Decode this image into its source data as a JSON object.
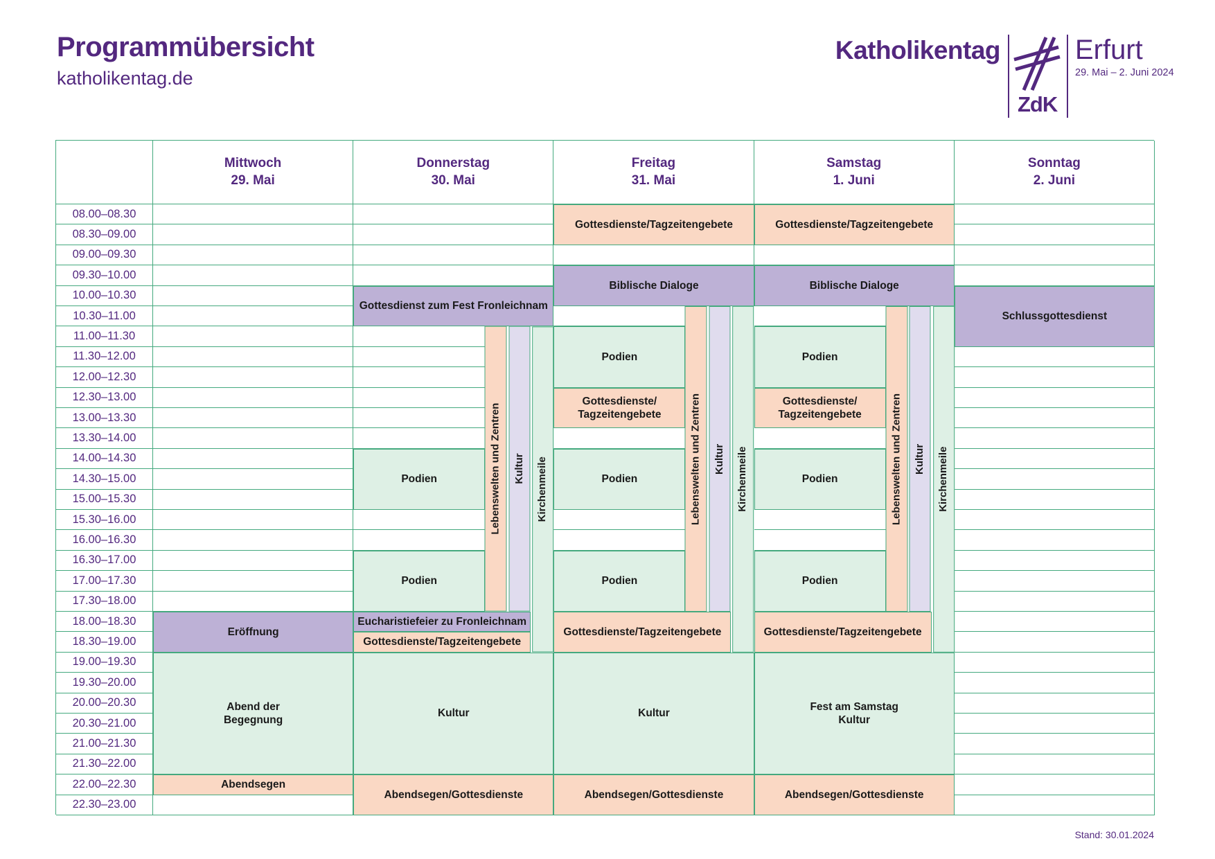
{
  "header": {
    "title": "Programmübersicht",
    "subtitle": "katholikentag.de"
  },
  "logo": {
    "brand": "Katholikentag",
    "city": "Erfurt",
    "dates": "29. Mai – 2. Juni 2024",
    "org": "ZdK"
  },
  "footer": {
    "stand": "Stand: 30.01.2024"
  },
  "colors": {
    "purple_text": "#53287f",
    "block_purple": "#bdb1d6",
    "light_purple": "#e0dcee",
    "pink": "#fad8c4",
    "green": "#def0e5",
    "grid_green": "#44a97e"
  },
  "schedule": {
    "days": [
      {
        "name": "Mittwoch",
        "date": "29. Mai"
      },
      {
        "name": "Donnerstag",
        "date": "30. Mai"
      },
      {
        "name": "Freitag",
        "date": "31. Mai"
      },
      {
        "name": "Samstag",
        "date": "1. Juni"
      },
      {
        "name": "Sonntag",
        "date": "2. Juni"
      }
    ],
    "times": [
      "08.00–08.30",
      "08.30–09.00",
      "09.00–09.30",
      "09.30–10.00",
      "10.00–10.30",
      "10.30–11.00",
      "11.00–11.30",
      "11.30–12.00",
      "12.00–12.30",
      "12.30–13.00",
      "13.00–13.30",
      "13.30–14.00",
      "14.00–14.30",
      "14.30–15.00",
      "15.00–15.30",
      "15.30–16.00",
      "16.00–16.30",
      "16.30–17.00",
      "17.00–17.30",
      "17.30–18.00",
      "18.00–18.30",
      "18.30–19.00",
      "19.00–19.30",
      "19.30–20.00",
      "20.00–20.30",
      "20.30–21.00",
      "21.00–21.30",
      "21.30–22.00",
      "22.00–22.30",
      "22.30–23.00"
    ],
    "blocks": [
      {
        "day": 0,
        "start": "18.00",
        "end": "19.00",
        "track": "full",
        "color": "purple",
        "label": "Eröffnung"
      },
      {
        "day": 0,
        "start": "19.00",
        "end": "22.00",
        "track": "full",
        "color": "green",
        "label": "Abend der\nBegegnung"
      },
      {
        "day": 0,
        "start": "22.00",
        "end": "22.30",
        "track": "full",
        "color": "pink",
        "label": "Abendsegen"
      },
      {
        "day": 1,
        "start": "10.00",
        "end": "11.00",
        "track": "full",
        "color": "purple",
        "label": "Gottesdienst zum Fest Fronleichnam"
      },
      {
        "day": 1,
        "start": "11.00",
        "end": "19.00",
        "track": "zone",
        "color": "white",
        "label": ""
      },
      {
        "day": 1,
        "start": "14.00",
        "end": "15.30",
        "track": "main",
        "color": "green",
        "label": "Podien"
      },
      {
        "day": 1,
        "start": "16.30",
        "end": "18.00",
        "track": "main",
        "color": "green",
        "label": "Podien"
      },
      {
        "day": 1,
        "start": "11.00",
        "end": "18.00",
        "track": "lebenswelten",
        "color": "pink",
        "label": "Lebenswelten und Zentren",
        "vertical": true
      },
      {
        "day": 1,
        "start": "11.00",
        "end": "18.00",
        "track": "kultur",
        "color": "lightpurple",
        "label": "Kultur",
        "vertical": true
      },
      {
        "day": 1,
        "start": "11.00",
        "end": "19.00",
        "track": "kirchenmeile",
        "color": "green",
        "label": "Kirchenmeile",
        "vertical": true
      },
      {
        "day": 1,
        "start": "18.00",
        "end": "18.30",
        "track": "wide",
        "color": "purple",
        "label": "Eucharistiefeier zu Fronleichnam"
      },
      {
        "day": 1,
        "start": "18.30",
        "end": "19.00",
        "track": "wide",
        "color": "pink",
        "label": "Gottesdienste/Tagzeitengebete"
      },
      {
        "day": 1,
        "start": "19.00",
        "end": "22.00",
        "track": "full",
        "color": "green",
        "label": "Kultur"
      },
      {
        "day": 1,
        "start": "22.00",
        "end": "23.00",
        "track": "full",
        "color": "pink",
        "label": "Abendsegen/Gottesdienste"
      },
      {
        "day": 2,
        "start": "08.00",
        "end": "09.00",
        "track": "full",
        "color": "pink",
        "label": "Gottesdienste/Tagzeitengebete"
      },
      {
        "day": 2,
        "start": "09.30",
        "end": "10.30",
        "track": "full",
        "color": "purple",
        "label": "Biblische Dialoge"
      },
      {
        "day": 2,
        "start": "10.30",
        "end": "19.00",
        "track": "zone",
        "color": "white",
        "label": ""
      },
      {
        "day": 2,
        "start": "11.00",
        "end": "12.30",
        "track": "main",
        "color": "green",
        "label": "Podien"
      },
      {
        "day": 2,
        "start": "12.30",
        "end": "13.30",
        "track": "main",
        "color": "pink",
        "label": "Gottesdienste/\nTagzeitengebete"
      },
      {
        "day": 2,
        "start": "14.00",
        "end": "15.30",
        "track": "main",
        "color": "green",
        "label": "Podien"
      },
      {
        "day": 2,
        "start": "16.30",
        "end": "18.00",
        "track": "main",
        "color": "green",
        "label": "Podien"
      },
      {
        "day": 2,
        "start": "10.30",
        "end": "18.00",
        "track": "lebenswelten",
        "color": "pink",
        "label": "Lebenswelten und Zentren",
        "vertical": true
      },
      {
        "day": 2,
        "start": "10.30",
        "end": "18.00",
        "track": "kultur",
        "color": "lightpurple",
        "label": "Kultur",
        "vertical": true
      },
      {
        "day": 2,
        "start": "10.30",
        "end": "19.00",
        "track": "kirchenmeile",
        "color": "green",
        "label": "Kirchenmeile",
        "vertical": true
      },
      {
        "day": 2,
        "start": "18.00",
        "end": "19.00",
        "track": "wide",
        "color": "pink",
        "label": "Gottesdienste/Tagzeitengebete"
      },
      {
        "day": 2,
        "start": "19.00",
        "end": "22.00",
        "track": "full",
        "color": "green",
        "label": "Kultur"
      },
      {
        "day": 2,
        "start": "22.00",
        "end": "23.00",
        "track": "full",
        "color": "pink",
        "label": "Abendsegen/Gottesdienste"
      },
      {
        "day": 3,
        "start": "08.00",
        "end": "09.00",
        "track": "full",
        "color": "pink",
        "label": "Gottesdienste/Tagzeitengebete"
      },
      {
        "day": 3,
        "start": "09.30",
        "end": "10.30",
        "track": "full",
        "color": "purple",
        "label": "Biblische Dialoge"
      },
      {
        "day": 3,
        "start": "10.30",
        "end": "19.00",
        "track": "zone",
        "color": "white",
        "label": ""
      },
      {
        "day": 3,
        "start": "11.00",
        "end": "12.30",
        "track": "main",
        "color": "green",
        "label": "Podien"
      },
      {
        "day": 3,
        "start": "12.30",
        "end": "13.30",
        "track": "main",
        "color": "pink",
        "label": "Gottesdienste/\nTagzeitengebete"
      },
      {
        "day": 3,
        "start": "14.00",
        "end": "15.30",
        "track": "main",
        "color": "green",
        "label": "Podien"
      },
      {
        "day": 3,
        "start": "16.30",
        "end": "18.00",
        "track": "main",
        "color": "green",
        "label": "Podien"
      },
      {
        "day": 3,
        "start": "10.30",
        "end": "18.00",
        "track": "lebenswelten",
        "color": "pink",
        "label": "Lebenswelten und Zentren",
        "vertical": true
      },
      {
        "day": 3,
        "start": "10.30",
        "end": "18.00",
        "track": "kultur",
        "color": "lightpurple",
        "label": "Kultur",
        "vertical": true
      },
      {
        "day": 3,
        "start": "10.30",
        "end": "19.00",
        "track": "kirchenmeile",
        "color": "green",
        "label": "Kirchenmeile",
        "vertical": true
      },
      {
        "day": 3,
        "start": "18.00",
        "end": "19.00",
        "track": "wide",
        "color": "pink",
        "label": "Gottesdienste/Tagzeitengebete"
      },
      {
        "day": 3,
        "start": "19.00",
        "end": "22.00",
        "track": "full",
        "color": "green",
        "label": "Fest am Samstag\nKultur"
      },
      {
        "day": 3,
        "start": "22.00",
        "end": "23.00",
        "track": "full",
        "color": "pink",
        "label": "Abendsegen/Gottesdienste"
      },
      {
        "day": 4,
        "start": "10.00",
        "end": "11.30",
        "track": "full",
        "color": "purple",
        "label": "Schlussgottesdienst"
      }
    ]
  }
}
